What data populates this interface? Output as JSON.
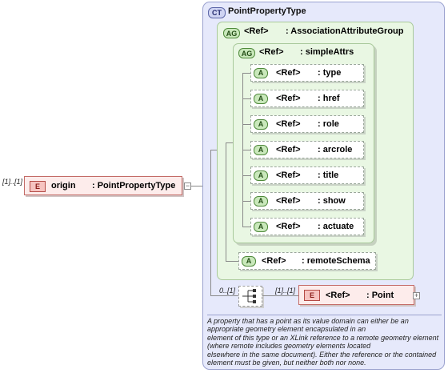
{
  "root_element": {
    "multiplicity": "[1]..[1]",
    "badge": "E",
    "name": "origin",
    "type": ": PointPropertyType",
    "toggle": "−"
  },
  "complex_type": {
    "badge": "CT",
    "title": "PointPropertyType"
  },
  "association_group": {
    "badge": "AG",
    "ref": "<Ref>",
    "name": ": AssociationAttributeGroup"
  },
  "simple_attrs": {
    "badge": "AG",
    "ref": "<Ref>",
    "name": ": simpleAttrs",
    "attributes": [
      {
        "badge": "A",
        "ref": "<Ref>",
        "name": ": type"
      },
      {
        "badge": "A",
        "ref": "<Ref>",
        "name": ": href"
      },
      {
        "badge": "A",
        "ref": "<Ref>",
        "name": ": role"
      },
      {
        "badge": "A",
        "ref": "<Ref>",
        "name": ": arcrole"
      },
      {
        "badge": "A",
        "ref": "<Ref>",
        "name": ": title"
      },
      {
        "badge": "A",
        "ref": "<Ref>",
        "name": ": show"
      },
      {
        "badge": "A",
        "ref": "<Ref>",
        "name": ": actuate"
      }
    ]
  },
  "remote_schema": {
    "badge": "A",
    "ref": "<Ref>",
    "name": ": remoteSchema"
  },
  "sequence": {
    "multiplicity": "0..[1]",
    "icon": "sequence-compositor-icon"
  },
  "point_element": {
    "multiplicity": "[1]..[1]",
    "badge": "E",
    "ref": "<Ref>",
    "name": ": Point",
    "toggle": "+"
  },
  "documentation": [
    "A property that has a point as its value domain can either be an",
    "appropriate geometry element encapsulated in an",
    "element of this type or an XLink reference to a remote geometry element",
    "(where remote includes geometry elements located",
    "elsewhere in the same document). Either the reference or the contained",
    "element must be given, but neither both nor none."
  ],
  "colors": {
    "complex_type_bg": "#e6e9fb",
    "attribute_group_bg": "#e9f7e3",
    "element_bg": "#fdeceb"
  }
}
